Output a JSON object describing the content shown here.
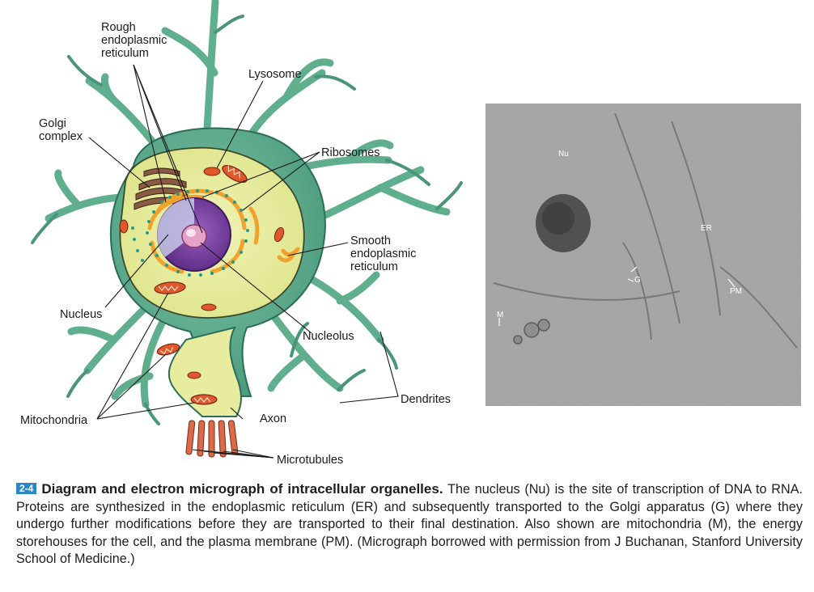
{
  "diagram": {
    "labels": {
      "rough_er": [
        "Rough",
        "endoplasmic",
        "reticulum"
      ],
      "golgi": [
        "Golgi",
        "complex"
      ],
      "lysosome": "Lysosome",
      "ribosomes": "Ribosomes",
      "smooth_er": [
        "Smooth",
        "endoplasmic",
        "reticulum"
      ],
      "nucleus": "Nucleus",
      "nucleolus": "Nucleolus",
      "mitochondria": "Mitochondria",
      "axon": "Axon",
      "dendrites": "Dendrites",
      "microtubules": "Microtubules"
    }
  },
  "micrograph": {
    "labels": {
      "nu": "Nu",
      "er": "ER",
      "g": "G",
      "pm": "PM",
      "m": "M"
    }
  },
  "caption": {
    "number": "2-4",
    "title": "Diagram and electron micrograph of intracellular organelles.",
    "text": "The nucleus (Nu) is the site of transcription of DNA to RNA. Proteins are synthesized in the endoplasmic reticulum (ER) and subsequently transported to the Golgi apparatus (G) where they undergo further modifications before they are transported to their final destination. Also shown are mitochondria (M), the energy storehouses for the cell, and the plasma membrane (PM). (Micrograph borrowed with permission from J Buchanan, Stanford University School of Medicine.)"
  },
  "colors": {
    "dendrite_green": "#5fae8e",
    "cytoplasm_yellow": "#e6eb9a",
    "golgi_brown": "#8a5a45",
    "er_orange": "#f2a12c",
    "mito_red": "#e0572b",
    "nucleus_purple": "#7a3fa0",
    "nucleolus_pink": "#e4a2c6",
    "ribosome_teal": "#1f9d8a",
    "microtubule_red": "#d96a4a",
    "caption_badge": "#2f86c7"
  }
}
